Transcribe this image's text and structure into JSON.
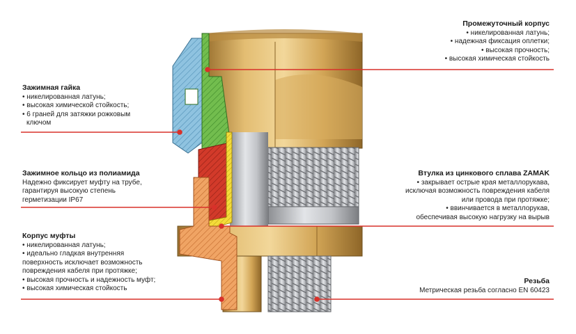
{
  "callouts": {
    "intermediate_body": {
      "title": "Промежуточный корпус",
      "lines": [
        "• никелированная латунь;",
        "• надежная фиксация оплетки;",
        "• высокая прочность;",
        "• высокая химическая стойкость"
      ]
    },
    "clamping_nut": {
      "title": "Зажимная гайка",
      "lines": [
        "• никелированная латунь;",
        "• высокая химической стойкость;",
        "• 6 граней для затяжки рожковым",
        "  ключом"
      ]
    },
    "clamping_ring": {
      "title": "Зажимное кольцо из полиамида",
      "lines": [
        "Надежно фиксирует муфту на трубе,",
        "гарантируя высокую степень",
        "герметизации IP67"
      ]
    },
    "bushing": {
      "title": "Втулка из цинкового сплава ZAMAK",
      "lines": [
        "• закрывает острые края металлорукава,",
        "исключая возможность повреждения кабеля",
        "или провода при протяжке;",
        "• ввинчивается в металлорукав,",
        "обеспечивая высокую нагрузку на вырыв"
      ]
    },
    "coupling_body": {
      "title": "Корпус муфты",
      "lines": [
        "• никелированная латунь;",
        "• идеально гладкая внутренняя",
        "поверхность исключает возможность",
        "повреждения кабеля при протяжке;",
        "• высокая прочность и надежность муфт;",
        "• высокая химическая стойкость"
      ]
    },
    "thread": {
      "title": "Резьба",
      "lines": [
        "Метрическая резьба согласно EN 60423"
      ]
    }
  },
  "colors": {
    "leader": "#d8312a",
    "brass_light": "#e8c47a",
    "brass_mid": "#c99a48",
    "brass_dark": "#8a6428",
    "nut_blue": "#8fc3e0",
    "green": "#6ebb4a",
    "red": "#d23a2a",
    "orange": "#f0a060",
    "yellow": "#f3d830"
  }
}
